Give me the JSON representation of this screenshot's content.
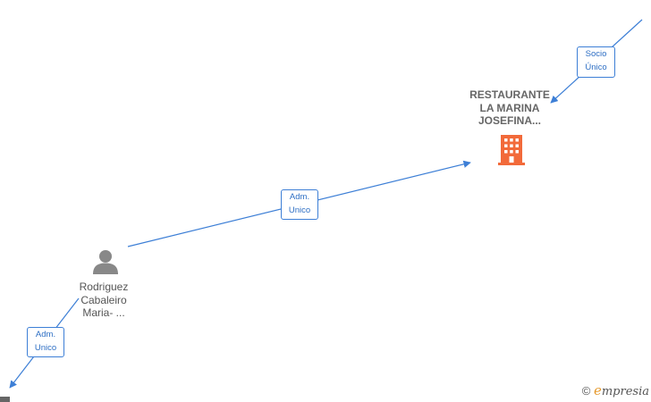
{
  "nodes": {
    "company": {
      "lines": [
        "RESTAURANTE",
        "LA MARINA",
        "JOSEFINA..."
      ],
      "icon": "building-icon",
      "icon_color": "#f26a3a"
    },
    "person": {
      "lines": [
        "Rodriguez",
        "Cabaleiro",
        "Maria- ..."
      ],
      "icon": "person-icon",
      "icon_color": "#888888"
    }
  },
  "edges": {
    "socio_unico": {
      "lines": [
        "Socio",
        "Único"
      ]
    },
    "adm_unico_main": {
      "lines": [
        "Adm.",
        "Unico"
      ]
    },
    "adm_unico_lower": {
      "lines": [
        "Adm.",
        "Unico"
      ]
    }
  },
  "colors": {
    "edge": "#3d7fd6",
    "label_text": "#2e6fc4"
  },
  "branding": {
    "copyright": "©",
    "logo_initial": "e",
    "logo_rest": "mpresia"
  }
}
